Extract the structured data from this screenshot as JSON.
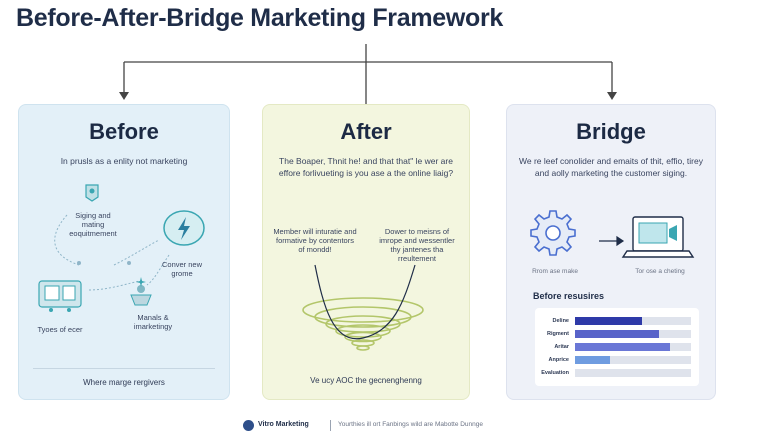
{
  "title": "Before-After-Bridge Marketing Framework",
  "before": {
    "heading": "Before",
    "description": "In prusls as a enlity not marketing",
    "labels": {
      "sizing": "Siging and mating eoquitmement",
      "convert": "Conver new grome",
      "manuals": "Manals & imarketingy",
      "types": "Tyoes of ecer"
    },
    "footer": "Where marge rergivers"
  },
  "after": {
    "heading": "After",
    "description": "The Boaper, Thnit he! and that that\" le wer are effore forlivueting is you ase a the online liaig?",
    "label_left": "Member will inturatie and formative by contentors of mondd!",
    "label_right": "Dower to meisns of imrope and wessentler thy jantenes tha rreultement",
    "footer": "Ve ucy AOC the gecnenghenng"
  },
  "bridge": {
    "heading": "Bridge",
    "description": "We re leef conolider and emaits of thit, effio, tirey and aolly marketing the customer siging.",
    "caption_left": "Rrom ase make",
    "caption_right": "Tor ose a cheting",
    "bars_title": "Before resusires",
    "bars": [
      {
        "label": "Deline",
        "value": 0.58,
        "color": "#2e3aa8"
      },
      {
        "label": "Rigment",
        "value": 0.72,
        "color": "#5863c9"
      },
      {
        "label": "Aritar",
        "value": 0.82,
        "color": "#6a77d6"
      },
      {
        "label": "Anprice",
        "value": 0.3,
        "color": "#6f9ce0"
      },
      {
        "label": "Evaluation",
        "value": 0.0,
        "color": "#6f9ce0"
      }
    ]
  },
  "footer": {
    "brand": "Vitro Marketing",
    "tagline": "Yourthies ill ort Fanbings wild are Mabotte Dunnge"
  },
  "colors": {
    "before_bg": "#e3f0f8",
    "after_bg": "#f3f6df",
    "bridge_bg": "#eef1f8",
    "accent_teal": "#3aa6b2",
    "accent_green": "#b3c66a",
    "accent_blue": "#4a6fd0"
  }
}
